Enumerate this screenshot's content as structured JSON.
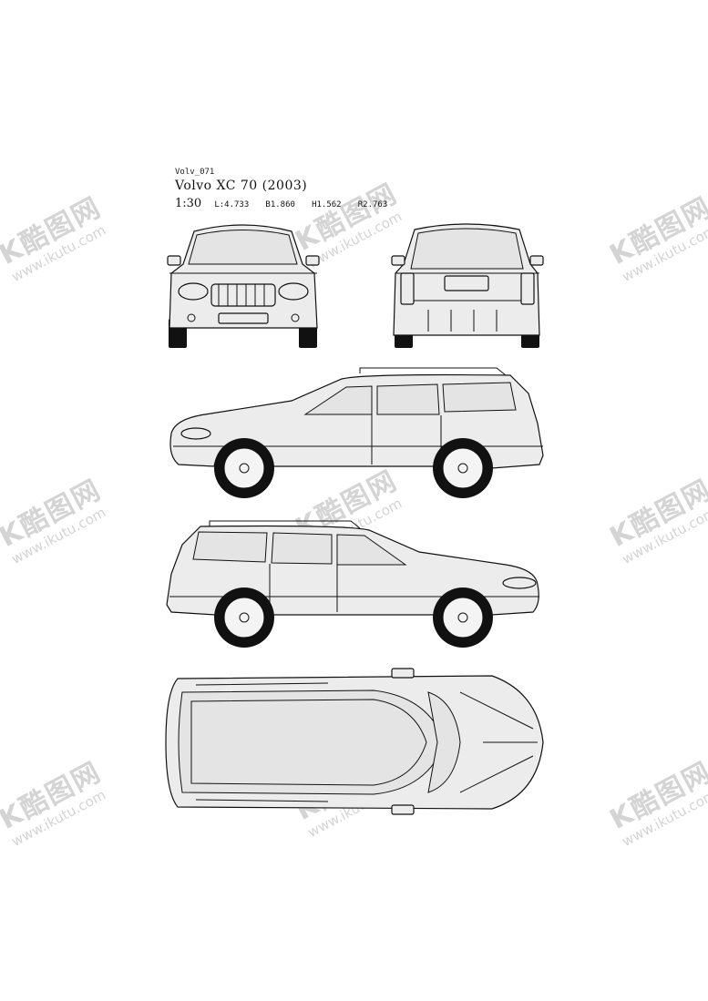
{
  "header": {
    "code": "Volv_071",
    "title": "Volvo XC 70 (2003)",
    "scale": "1:30",
    "length": "L:4.733",
    "width": "B1.860",
    "height": "H1.562",
    "wheelbase": "R2.763"
  },
  "watermark": {
    "brand": "K酷图网",
    "url": "www.ikutu.com"
  },
  "views": [
    "front",
    "rear",
    "left-side",
    "right-side",
    "top"
  ]
}
